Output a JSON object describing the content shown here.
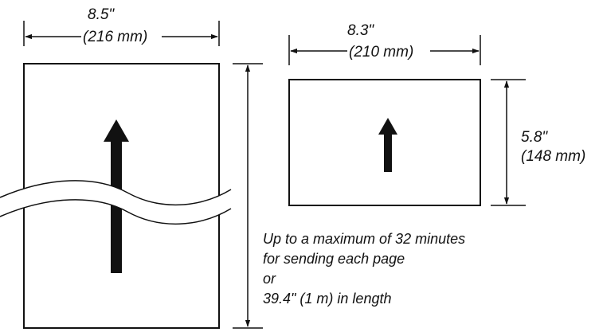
{
  "left_sheet": {
    "width_in": "8.5\"",
    "width_mm": "(216 mm)"
  },
  "right_sheet": {
    "width_in": "8.3\"",
    "width_mm": "(210 mm)",
    "height_in": "5.8\"",
    "height_mm": "(148 mm)"
  },
  "length_note": {
    "line1": "Up to a maximum of 32 minutes",
    "line2": "for sending each page",
    "line3": "or",
    "line4": "39.4\" (1 m) in length"
  }
}
